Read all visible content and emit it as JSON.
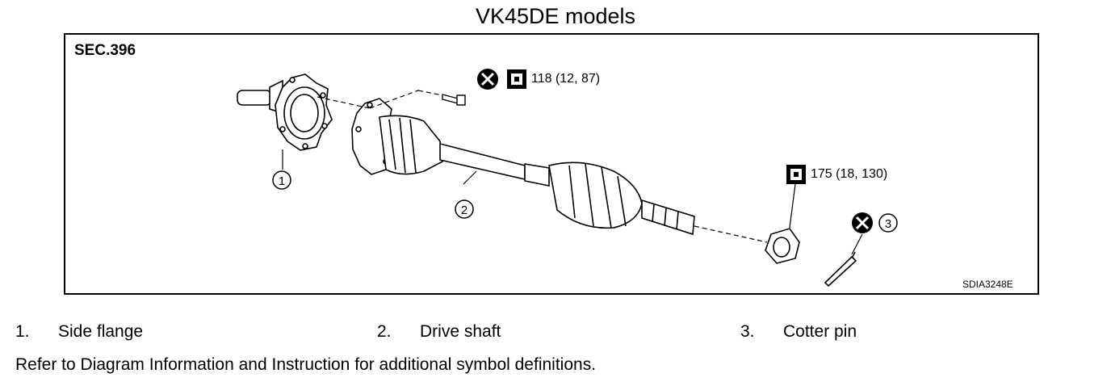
{
  "title": "VK45DE models",
  "section_ref": "SEC.396",
  "figure_id": "SDIA3248E",
  "torque_specs": [
    {
      "value": "118 (12, 87)"
    },
    {
      "value": "175 (18, 130)"
    }
  ],
  "callouts": [
    "1",
    "2",
    "3"
  ],
  "legend": [
    {
      "num": "1.",
      "label": "Side flange"
    },
    {
      "num": "2.",
      "label": "Drive shaft"
    },
    {
      "num": "3.",
      "label": "Cotter pin"
    }
  ],
  "note": "Refer to Diagram Information and Instruction for additional symbol definitions.",
  "icons": [
    "do-not-reuse-icon",
    "torque-wrench-icon"
  ]
}
